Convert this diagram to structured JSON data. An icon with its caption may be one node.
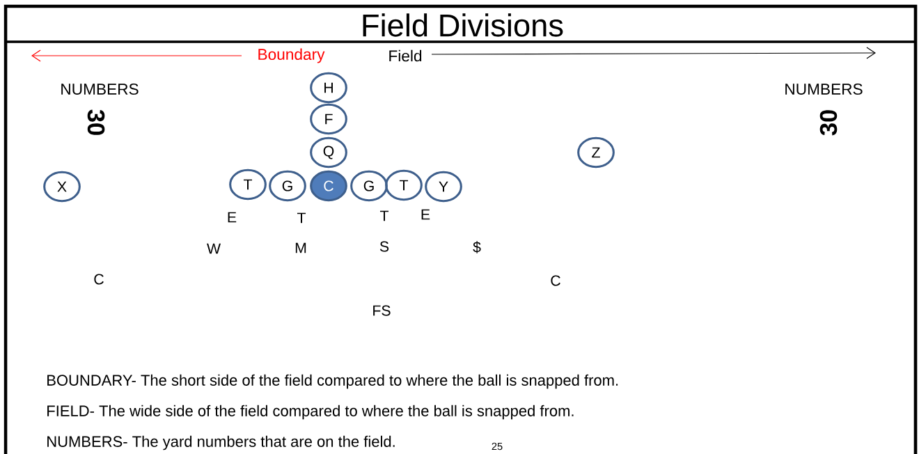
{
  "diagram": {
    "title": "Field Divisions",
    "nodes": [
      {
        "text": [
          "H"
        ]
      },
      {
        "text": [
          "F"
        ]
      },
      {
        "text": [
          "Q"
        ]
      },
      {
        "text": [
          "Z"
        ]
      },
      {
        "text": [
          "X"
        ]
      },
      {
        "text": [
          "T"
        ]
      },
      {
        "text": [
          "G"
        ]
      },
      {
        "text": [
          "C"
        ]
      },
      {
        "text": [
          "G"
        ]
      },
      {
        "text": [
          "T"
        ]
      },
      {
        "text": [
          "Y"
        ]
      }
    ],
    "labels": [
      "Boundary",
      "Field",
      "NUMBERS",
      "NUMBERS",
      "30",
      "30",
      "E",
      "T",
      "T",
      "E",
      "W",
      "M",
      "S",
      "$",
      "C",
      "C",
      "FS",
      "BOUNDARY- The short side of the field compared to where the ball is snapped from.",
      "FIELD- The wide side of the field compared to where the ball is snapped from.",
      "NUMBERS- The yard numbers that are on the field.",
      "25"
    ]
  }
}
